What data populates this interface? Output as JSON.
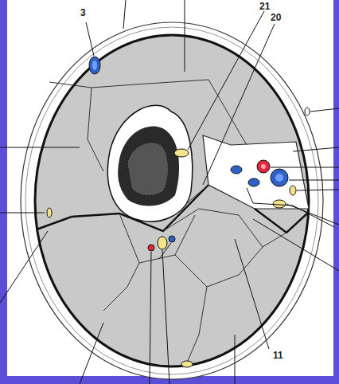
{
  "diagram": {
    "labels": [
      "3",
      "21",
      "20",
      "11"
    ]
  }
}
